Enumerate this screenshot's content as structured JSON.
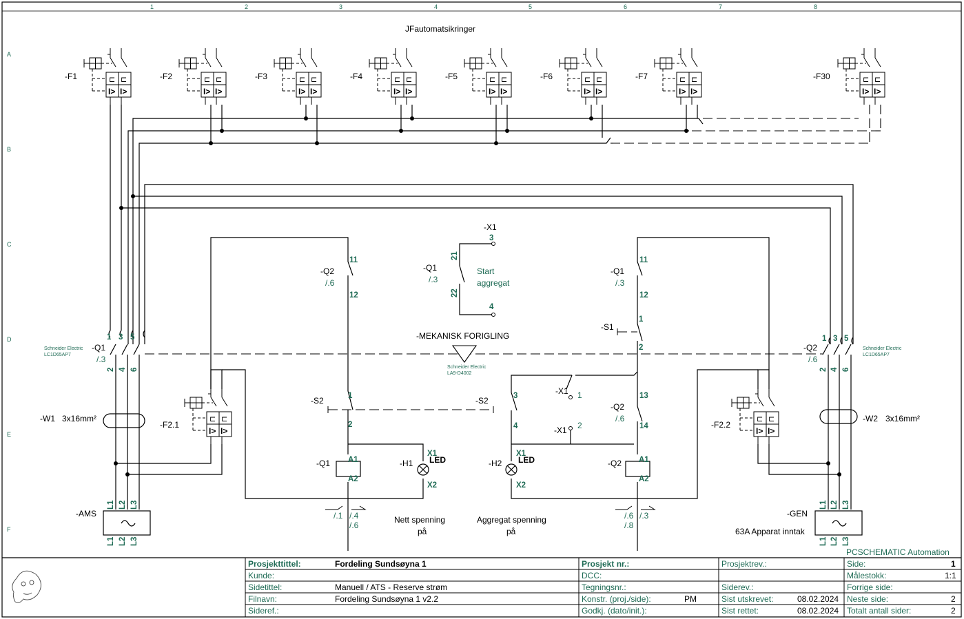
{
  "columns": [
    "1",
    "2",
    "3",
    "4",
    "5",
    "6",
    "7",
    "8"
  ],
  "rows": [
    "A",
    "B",
    "C",
    "D",
    "E",
    "F"
  ],
  "diagram": {
    "title": "JFautomatsikringer",
    "breakers": [
      "-F1",
      "-F2",
      "-F3",
      "-F4",
      "-F5",
      "-F6",
      "-F7",
      "-F30"
    ],
    "left_contactor": {
      "tag": "-Q1",
      "ref": "/.3",
      "maker": "Schneider Electric",
      "model": "LC1D65AP7",
      "top_pins": [
        "1",
        "3",
        "5"
      ],
      "bottom_pins": [
        "2",
        "4",
        "6"
      ]
    },
    "right_contactor": {
      "tag": "-Q2",
      "ref": "/.6",
      "maker": "Schneider Electric",
      "model": "LC1D65AP7",
      "top_pins": [
        "1",
        "3",
        "5"
      ],
      "bottom_pins": [
        "2",
        "4",
        "6"
      ]
    },
    "mech_interlock": {
      "label": "-MEKANISK FORIGLING",
      "maker": "Schneider Electric",
      "model": "LA9-D4002"
    },
    "cable_left": {
      "tag": "-W1",
      "spec": "3x16mm²"
    },
    "cable_right": {
      "tag": "-W2",
      "spec": "3x16mm²"
    },
    "breaker_left": "-F2.1",
    "breaker_right": "-F2.2",
    "source_left": {
      "tag": "-AMS",
      "phases": [
        "L1",
        "L2",
        "L3"
      ]
    },
    "source_right": {
      "tag": "-GEN",
      "caption": "63A Apparat inntak",
      "phases": [
        "L1",
        "L2",
        "L3"
      ]
    },
    "start_contact": {
      "terminal": "-X1",
      "pin_top": "3",
      "pin_bottom": "4",
      "contact": "-Q1",
      "ref": "/.3",
      "p21": "21",
      "p22": "22",
      "caption1": "Start",
      "caption2": "aggregat"
    },
    "q2_nc": {
      "tag": "-Q2",
      "ref": "/.6",
      "p1": "11",
      "p2": "12"
    },
    "q1_nc": {
      "tag": "-Q1",
      "ref": "/.3",
      "p1": "11",
      "p2": "12"
    },
    "s1": {
      "tag": "-S1",
      "p1": "1",
      "p2": "2"
    },
    "s2a": {
      "tag": "-S2",
      "p1": "1",
      "p2": "2"
    },
    "s2b": {
      "tag": "-S2",
      "p1": "3",
      "p2": "4"
    },
    "x1a": {
      "tag": "-X1",
      "pin": "1"
    },
    "x1b": {
      "tag": "-X1",
      "pin": "2"
    },
    "q2_no": {
      "tag": "-Q2",
      "ref": "/.6",
      "p1": "13",
      "p2": "14"
    },
    "coil_q1": {
      "tag": "-Q1",
      "a1": "A1",
      "a2": "A2",
      "refs_left": [
        "/.1",
        "/.4"
      ],
      "refs_right": [
        "/.6"
      ]
    },
    "coil_q2": {
      "tag": "-Q2",
      "a1": "A1",
      "a2": "A2",
      "refs_left": [
        "/.6",
        "/.3"
      ],
      "refs_right": [
        "/.8"
      ]
    },
    "lamp_h1": {
      "tag": "-H1",
      "type": "LED",
      "x1": "X1",
      "x2": "X2",
      "caption1": "Nett spenning",
      "caption2": "på"
    },
    "lamp_h2": {
      "tag": "-H2",
      "type": "LED",
      "x1": "X1",
      "x2": "X2",
      "caption1": "Aggregat spenning",
      "caption2": "på"
    }
  },
  "brand": "PCSCHEMATIC Automation",
  "titleblock": {
    "prosjekttittel_label": "Prosjekttittel:",
    "prosjekttittel": "Fordeling Sundsøyna 1",
    "kunde_label": "Kunde:",
    "sidetittel_label": "Sidetittel:",
    "sidetittel": "Manuell / ATS - Reserve strøm",
    "filnavn_label": "Filnavn:",
    "filnavn": "Fordeling Sundsøyna 1 v2.2",
    "sideref_label": "Sideref.:",
    "prosjekt_nr_label": "Prosjekt nr.:",
    "dcc_label": "DCC:",
    "tegningsnr_label": "Tegningsnr.:",
    "konstr_label": "Konstr. (proj./side):",
    "konstr": "PM",
    "godkj_label": "Godkj. (dato/init.):",
    "prosjektrev_label": "Prosjektrev.:",
    "siderev_label": "Siderev.:",
    "sist_utskrevet_label": "Sist utskrevet:",
    "sist_utskrevet": "08.02.2024",
    "sist_rettet_label": "Sist rettet:",
    "sist_rettet": "08.02.2024",
    "side_label": "Side:",
    "side": "1",
    "malestokk_label": "Målestokk:",
    "malestokk": "1:1",
    "forrige_side_label": "Forrige side:",
    "neste_side_label": "Neste side:",
    "neste_side": "2",
    "totalt_label": "Totalt antall sider:",
    "totalt": "2"
  }
}
